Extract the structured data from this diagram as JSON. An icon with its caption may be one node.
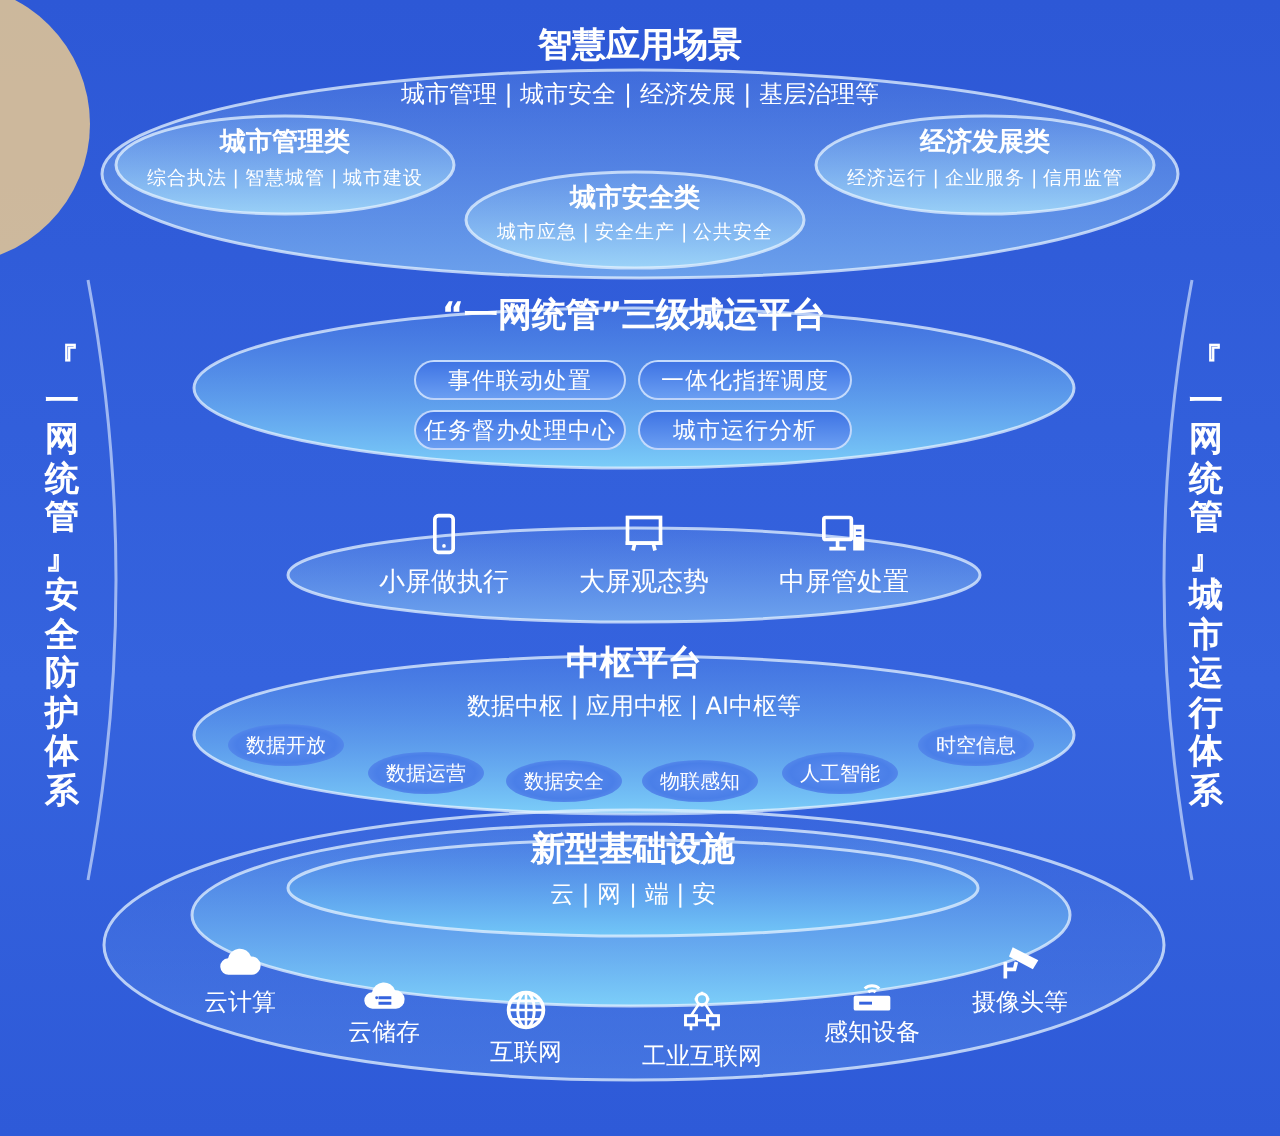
{
  "diagram": {
    "nodes": [
      {
        "text": [
          "智慧应用场景",
          "城市管理 | 城市安全 | 经济发展 | 基层治理等"
        ]
      },
      {
        "text": [
          "城市管理类",
          "综合执法 | 智慧城管 | 城市建设"
        ],
        "in": 0
      },
      {
        "text": [
          "城市安全类",
          "城市应急 | 安全生产 | 公共安全"
        ],
        "in": 0
      },
      {
        "text": [
          "经济发展类",
          "经济运行 | 企业服务 | 信用监管"
        ],
        "in": 0
      },
      {
        "text": [
          "“一网统管”三级城运平台"
        ]
      },
      {
        "text": [
          "事件联动处置"
        ],
        "in": 4
      },
      {
        "text": [
          "一体化指挥调度"
        ],
        "in": 4
      },
      {
        "text": [
          "任务督办处理中心"
        ],
        "in": 4
      },
      {
        "text": [
          "城市运行分析"
        ],
        "in": 4
      },
      {
        "text": [],
        "shape": "ellipse"
      },
      {
        "text": [
          "小屏做执行"
        ],
        "in": 9
      },
      {
        "text": [
          "大屏观态势"
        ],
        "in": 9
      },
      {
        "text": [
          "中屏管处置"
        ],
        "in": 9
      },
      {
        "text": [
          "中枢平台",
          "数据中枢 | 应用中枢 | AI中枢等"
        ]
      },
      {
        "text": [
          "数据开放"
        ],
        "in": 13
      },
      {
        "text": [
          "数据运营"
        ],
        "in": 13
      },
      {
        "text": [
          "数据安全"
        ],
        "in": 13
      },
      {
        "text": [
          "物联感知"
        ],
        "in": 13
      },
      {
        "text": [
          "人工智能"
        ],
        "in": 13
      },
      {
        "text": [
          "时空信息"
        ],
        "in": 13
      },
      {
        "text": [],
        "shape": "ellipse"
      },
      {
        "text": [],
        "shape": "ellipse",
        "in": 20
      },
      {
        "text": [
          "新型基础设施",
          "云 | 网 | 端 | 安"
        ],
        "in": 21
      },
      {
        "text": [
          "云计算"
        ],
        "in": 20
      },
      {
        "text": [
          "云储存"
        ],
        "in": 20
      },
      {
        "text": [
          "互联网"
        ],
        "in": 20
      },
      {
        "text": [
          "工业互联网"
        ],
        "in": 20
      },
      {
        "text": [
          "感知设备"
        ],
        "in": 20
      },
      {
        "text": [
          "摄像头等"
        ],
        "in": 20
      }
    ],
    "labels": [
      "『一网统管』安全防护体系",
      "『一网统管』城市运行体系"
    ]
  }
}
